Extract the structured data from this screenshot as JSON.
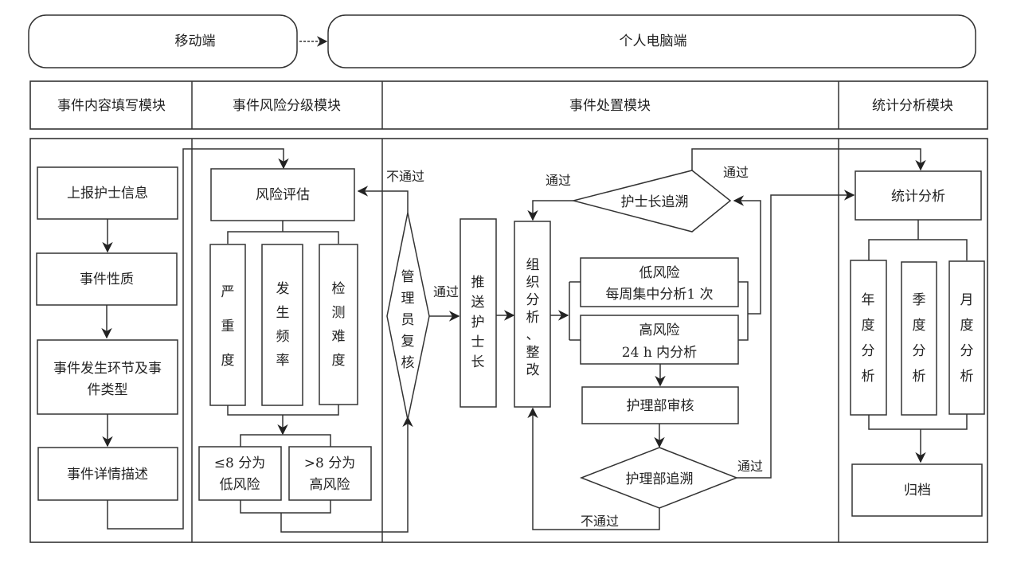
{
  "platforms": {
    "mobile": "移动端",
    "pc": "个人电脑端"
  },
  "modules": {
    "fill": "事件内容填写模块",
    "risk": "事件风险分级模块",
    "handle": "事件处置模块",
    "stats": "统计分析模块"
  },
  "fill_steps": [
    "上报护士信息",
    "事件性质",
    "事件发生环节及事",
    "件类型",
    "事件详情描述"
  ],
  "risk": {
    "assess": "风险评估",
    "factors": [
      [
        "严",
        "重",
        "度"
      ],
      [
        "发",
        "生",
        "频",
        "率"
      ],
      [
        "检",
        "测",
        "难",
        "度"
      ]
    ],
    "low": [
      "≤8 分为",
      "低风险"
    ],
    "high": [
      ">8 分为",
      "高风险"
    ]
  },
  "handle": {
    "admin_review": [
      "管",
      "理",
      "员",
      "复",
      "核"
    ],
    "push": [
      "推",
      "送",
      "护",
      "士",
      "长"
    ],
    "organize": [
      "组",
      "织",
      "分",
      "析",
      "、",
      "整",
      "改"
    ],
    "low_risk": [
      "低风险",
      "每周集中分析1 次"
    ],
    "high_risk": [
      "高风险",
      "24  h  内分析"
    ],
    "dept_review": "护理部审核",
    "dept_trace": "护理部追溯",
    "head_trace": "护士长追溯"
  },
  "labels": {
    "pass": "通过",
    "fail": "不通过"
  },
  "stats": {
    "analysis": "统计分析",
    "periods": [
      [
        "年",
        "度",
        "分",
        "析"
      ],
      [
        "季",
        "度",
        "分",
        "析"
      ],
      [
        "月",
        "度",
        "分",
        "析"
      ]
    ],
    "archive": "归档"
  }
}
